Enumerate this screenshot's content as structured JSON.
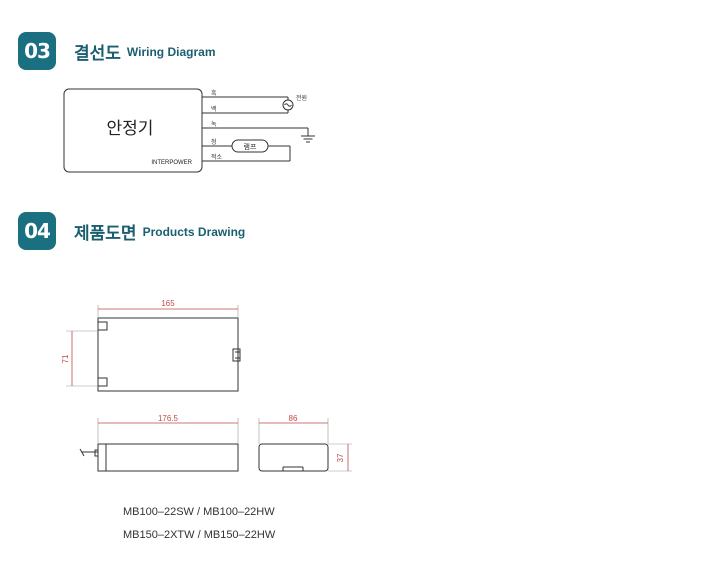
{
  "sections": [
    {
      "number": "03",
      "title_ko": "결선도",
      "title_en": "Wiring Diagram"
    },
    {
      "number": "04",
      "title_ko": "제품도면",
      "title_en": "Products Drawing"
    }
  ],
  "wiring": {
    "device_label": "안정기",
    "brand": "INTERPOWER",
    "wire_labels": [
      "흑",
      "백",
      "녹",
      "청",
      "적소"
    ],
    "power_label": "전원",
    "lamp_label": "램프"
  },
  "drawing": {
    "dim_length": "165",
    "dim_width": "71",
    "dim_total_length": "176.5",
    "dim_side_width": "86",
    "dim_height": "37"
  },
  "models": [
    "MB100–22SW / MB100–22HW",
    "MB150–2XTW / MB150–22HW"
  ],
  "colors": {
    "accent": "#1a6f80",
    "dimension": "#c24a4a"
  }
}
